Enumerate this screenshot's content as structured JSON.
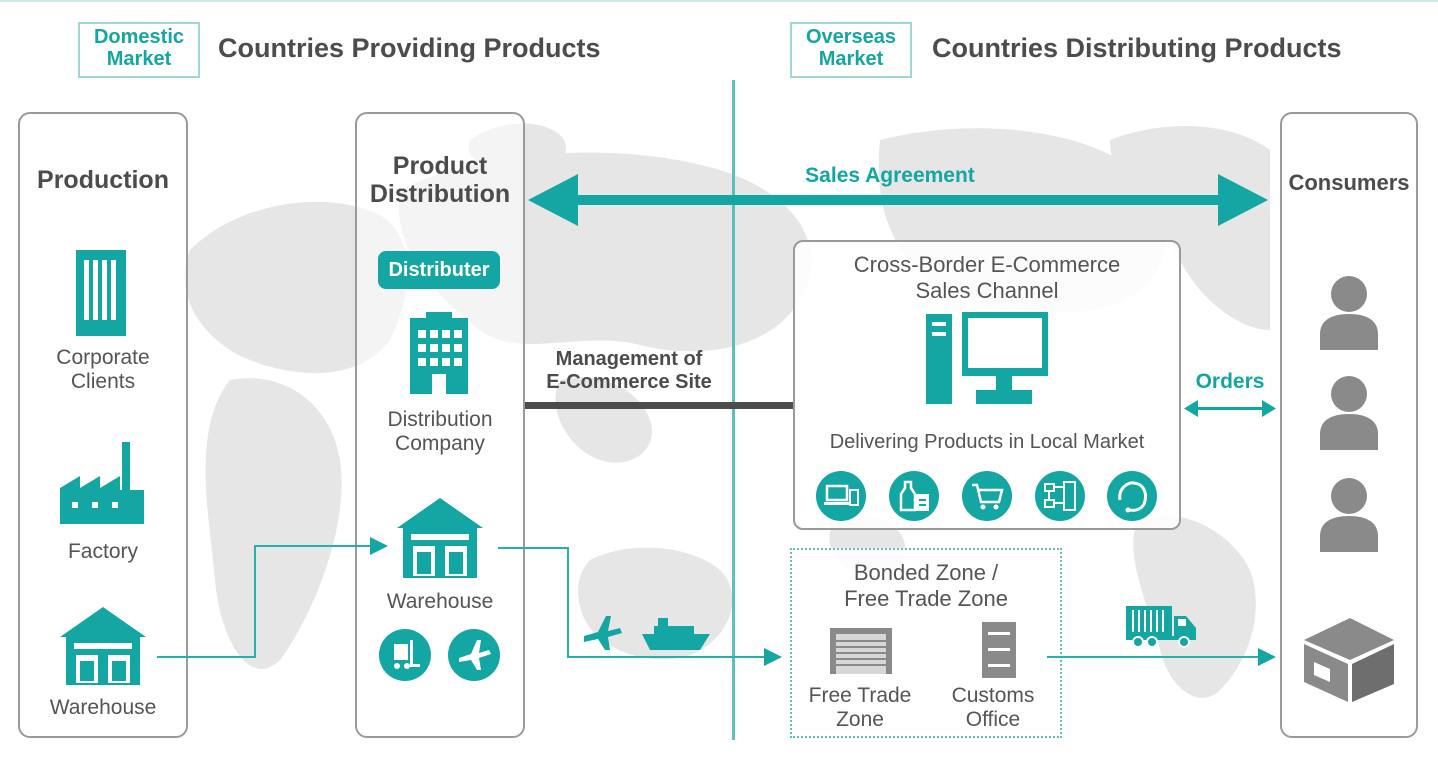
{
  "header": {
    "domestic_tag": [
      "Domestic",
      "Market"
    ],
    "domestic_title": "Countries Providing Products",
    "overseas_tag": [
      "Overseas",
      "Market"
    ],
    "overseas_title": "Countries Distributing Products"
  },
  "production": {
    "title": "Production",
    "corporate": [
      "Corporate",
      "Clients"
    ],
    "factory": "Factory",
    "warehouse": "Warehouse"
  },
  "distribution": {
    "title": [
      "Product",
      "Distribution"
    ],
    "badge": "Distributer",
    "company": [
      "Distribution",
      "Company"
    ],
    "warehouse": "Warehouse"
  },
  "sales_agreement": "Sales Agreement",
  "management": [
    "Management of",
    "E-Commerce Site"
  ],
  "cross_border": {
    "title": [
      "Cross-Border E-Commerce",
      "Sales Channel"
    ],
    "delivering": "Delivering Products in Local Market",
    "service_icons": [
      "laptop-phone-icon",
      "bottle-document-icon",
      "cart-icon",
      "flowchart-icon",
      "headset-icon"
    ]
  },
  "bonded": {
    "title": [
      "Bonded Zone /",
      "Free Trade Zone"
    ],
    "free_trade": [
      "Free Trade",
      "Zone"
    ],
    "customs": [
      "Customs",
      "Office"
    ]
  },
  "orders": "Orders",
  "consumers": {
    "title": "Consumers"
  },
  "colors": {
    "teal": "#14a6a2",
    "gray": "#8a8a8a",
    "dark": "#4c4c4c",
    "map": "#e6e6e6"
  }
}
